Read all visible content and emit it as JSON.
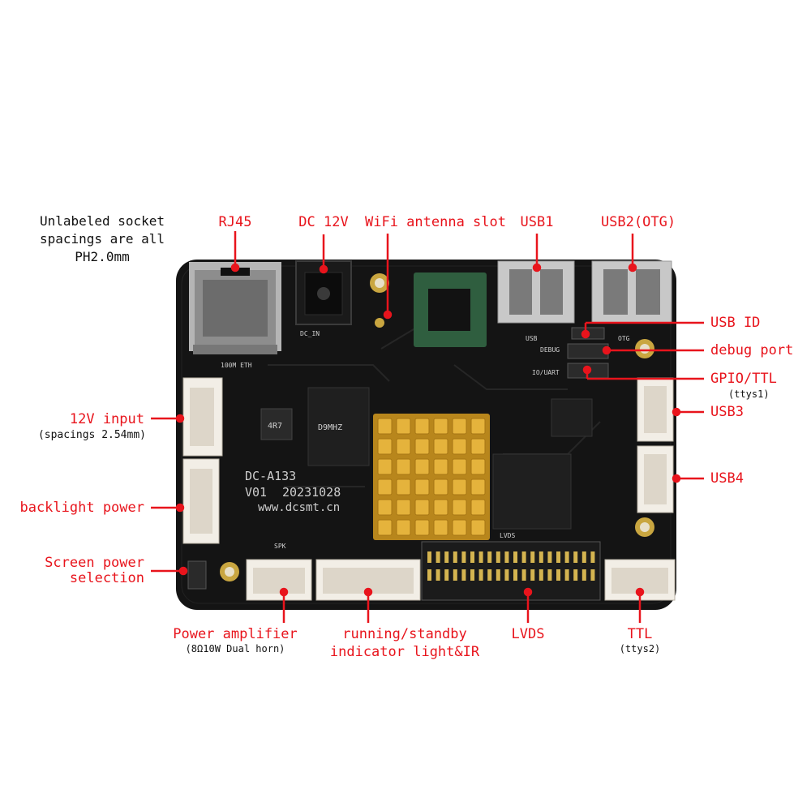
{
  "note": {
    "line1": "Unlabeled socket",
    "line2": "spacings are all",
    "line3": "PH2.0mm"
  },
  "labels": {
    "rj45": "RJ45",
    "dc12v": "DC 12V",
    "wifi": "WiFi antenna slot",
    "usb1": "USB1",
    "usb2": "USB2(OTG)",
    "usb_id": "USB ID",
    "debug": "debug port",
    "gpio": "GPIO/TTL",
    "gpio_sub": "(ttys1)",
    "usb3": "USB3",
    "usb4": "USB4",
    "input12v": "12V input",
    "input12v_sub": "(spacings 2.54mm)",
    "backlight": "backlight power",
    "screen1": "Screen power",
    "screen2": "selection",
    "amp": "Power amplifier",
    "amp_sub": "(8Ω10W Dual horn)",
    "run1": "running/standby",
    "run2": "indicator light&IR",
    "lvds": "LVDS",
    "ttl": "TTL",
    "ttl_sub": "(ttys2)"
  },
  "board": {
    "model": "DC-A133",
    "version": "V01",
    "date": "20231028",
    "url": "www.dcsmt.cn",
    "eth_silk": "100M ETH",
    "dcin_silk": "DC_IN",
    "lvds_silk": "LVDS",
    "spk_silk": "SPK",
    "usb_silk": "USB",
    "otg_silk": "OTG",
    "debug_silk": "DEBUG",
    "uart_silk": "IO/UART",
    "inductor": "4R7",
    "chip_text": "D9MHZ"
  },
  "colors": {
    "label": "#e8141c",
    "board": "#141414",
    "heatsink": "#d7a12a",
    "connector": "#f2eee6"
  }
}
